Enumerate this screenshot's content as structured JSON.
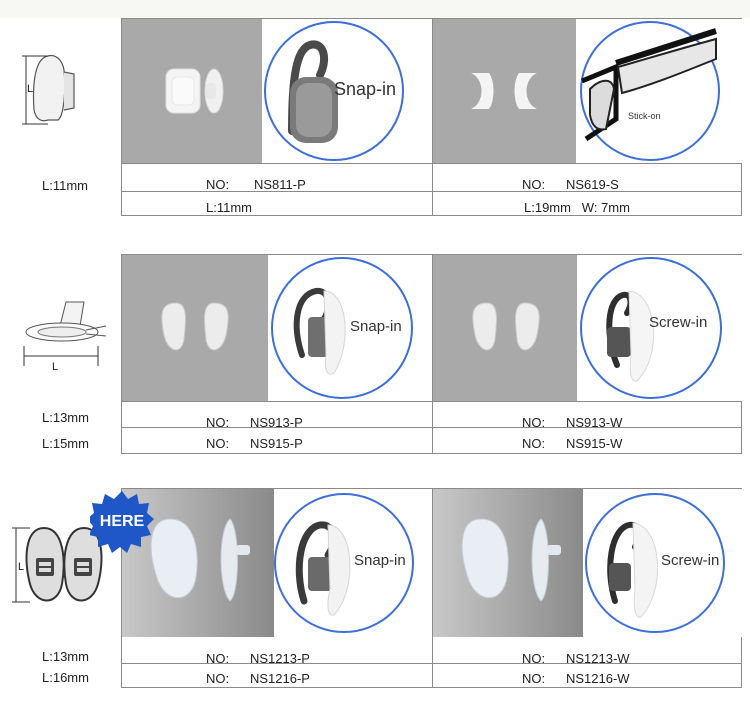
{
  "sections": [
    {
      "lengths": [
        "L:11mm"
      ],
      "products": [
        {
          "no_label": "NO:",
          "code": "NS811-P",
          "spec": "L:11mm",
          "circle_label": "Snap-in"
        },
        {
          "no_label": "NO:",
          "code": "NS619-S",
          "spec": "L:19mm   W: 7mm",
          "circle_label": "Stick-on"
        }
      ]
    },
    {
      "lengths": [
        "L:13mm",
        "L:15mm"
      ],
      "products": [
        {
          "no_label": "NO:",
          "code": "NS913-P",
          "code2": "NS915-P",
          "circle_label": "Snap-in"
        },
        {
          "no_label": "NO:",
          "code": "NS913-W",
          "code2": "NS915-W",
          "circle_label": "Screw-in"
        }
      ]
    },
    {
      "lengths": [
        "L:13mm",
        "L:16mm"
      ],
      "badge": "HERE",
      "products": [
        {
          "no_label": "NO:",
          "code": "NS1213-P",
          "code2": "NS1216-P",
          "circle_label": "Snap-in"
        },
        {
          "no_label": "NO:",
          "code": "NS1213-W",
          "code2": "NS1216-W",
          "circle_label": "Screw-in"
        }
      ]
    }
  ],
  "diagram_letter": "L",
  "colors": {
    "gray_bg": "#a9a9a9",
    "circle_border": "#3f6fd6",
    "badge": "#1f57c8"
  }
}
